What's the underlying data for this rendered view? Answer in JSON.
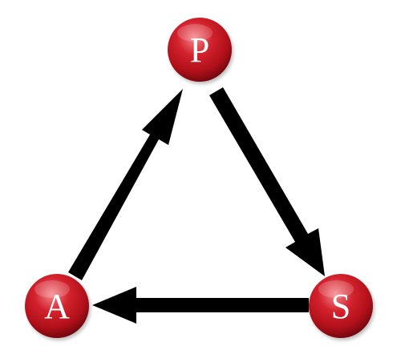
{
  "diagram": {
    "nodes": {
      "p": {
        "label": "P"
      },
      "s": {
        "label": "S"
      },
      "a": {
        "label": "A"
      }
    },
    "edges": [
      {
        "from": "P",
        "to": "S"
      },
      {
        "from": "S",
        "to": "A"
      },
      {
        "from": "A",
        "to": "P"
      }
    ],
    "colors": {
      "node_fill": "#c0121d",
      "node_highlight": "#f3868c",
      "node_shadow": "#6e070d",
      "arrow": "#000000",
      "label": "#ffffff"
    }
  }
}
